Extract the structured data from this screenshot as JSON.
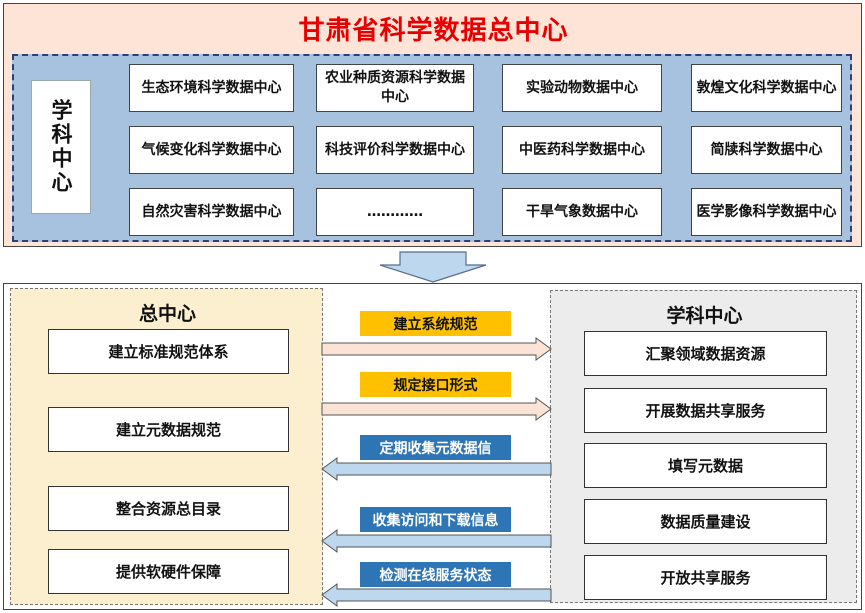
{
  "top": {
    "title": "甘肃省科学数据总中心",
    "subject_label": "学科中心",
    "centers": [
      [
        "生态环境科学数据中心",
        "农业种质资源科学数据中心",
        "实验动物数据中心",
        "敦煌文化科学数据中心"
      ],
      [
        "气候变化科学数据中心",
        "科技评价科学数据中心",
        "中医药科学数据中心",
        "简牍科学数据中心"
      ],
      [
        "自然灾害科学数据中心",
        "…………",
        "干旱气象数据中心",
        "医学影像科学数据中心"
      ]
    ]
  },
  "left": {
    "title": "总中心",
    "tasks": [
      "建立标准规范体系",
      "建立元数据规范",
      "整合资源总目录",
      "提供软硬件保障"
    ]
  },
  "right": {
    "title": "学科中心",
    "tasks": [
      "汇聚领域数据资源",
      "开展数据共享服务",
      "填写元数据",
      "数据质量建设",
      "开放共享服务"
    ]
  },
  "flows": [
    {
      "label": "建立系统规范",
      "direction": "right"
    },
    {
      "label": "规定接口形式",
      "direction": "right"
    },
    {
      "label": "定期收集元数据信",
      "direction": "left"
    },
    {
      "label": "收集访问和下载信息",
      "direction": "left"
    },
    {
      "label": "检测在线服务状态",
      "direction": "left"
    }
  ],
  "colors": {
    "title_red": "#e60000",
    "top_bg": "#fde4d6",
    "grid_bg": "#a7c2de",
    "left_bg": "#fbefcf",
    "right_bg": "#ececec",
    "label_orange": "#ffc000",
    "label_blue": "#2e75b6",
    "arrow_right_fill": "#fbe4d5",
    "arrow_left_fill": "#bdd7ee"
  }
}
